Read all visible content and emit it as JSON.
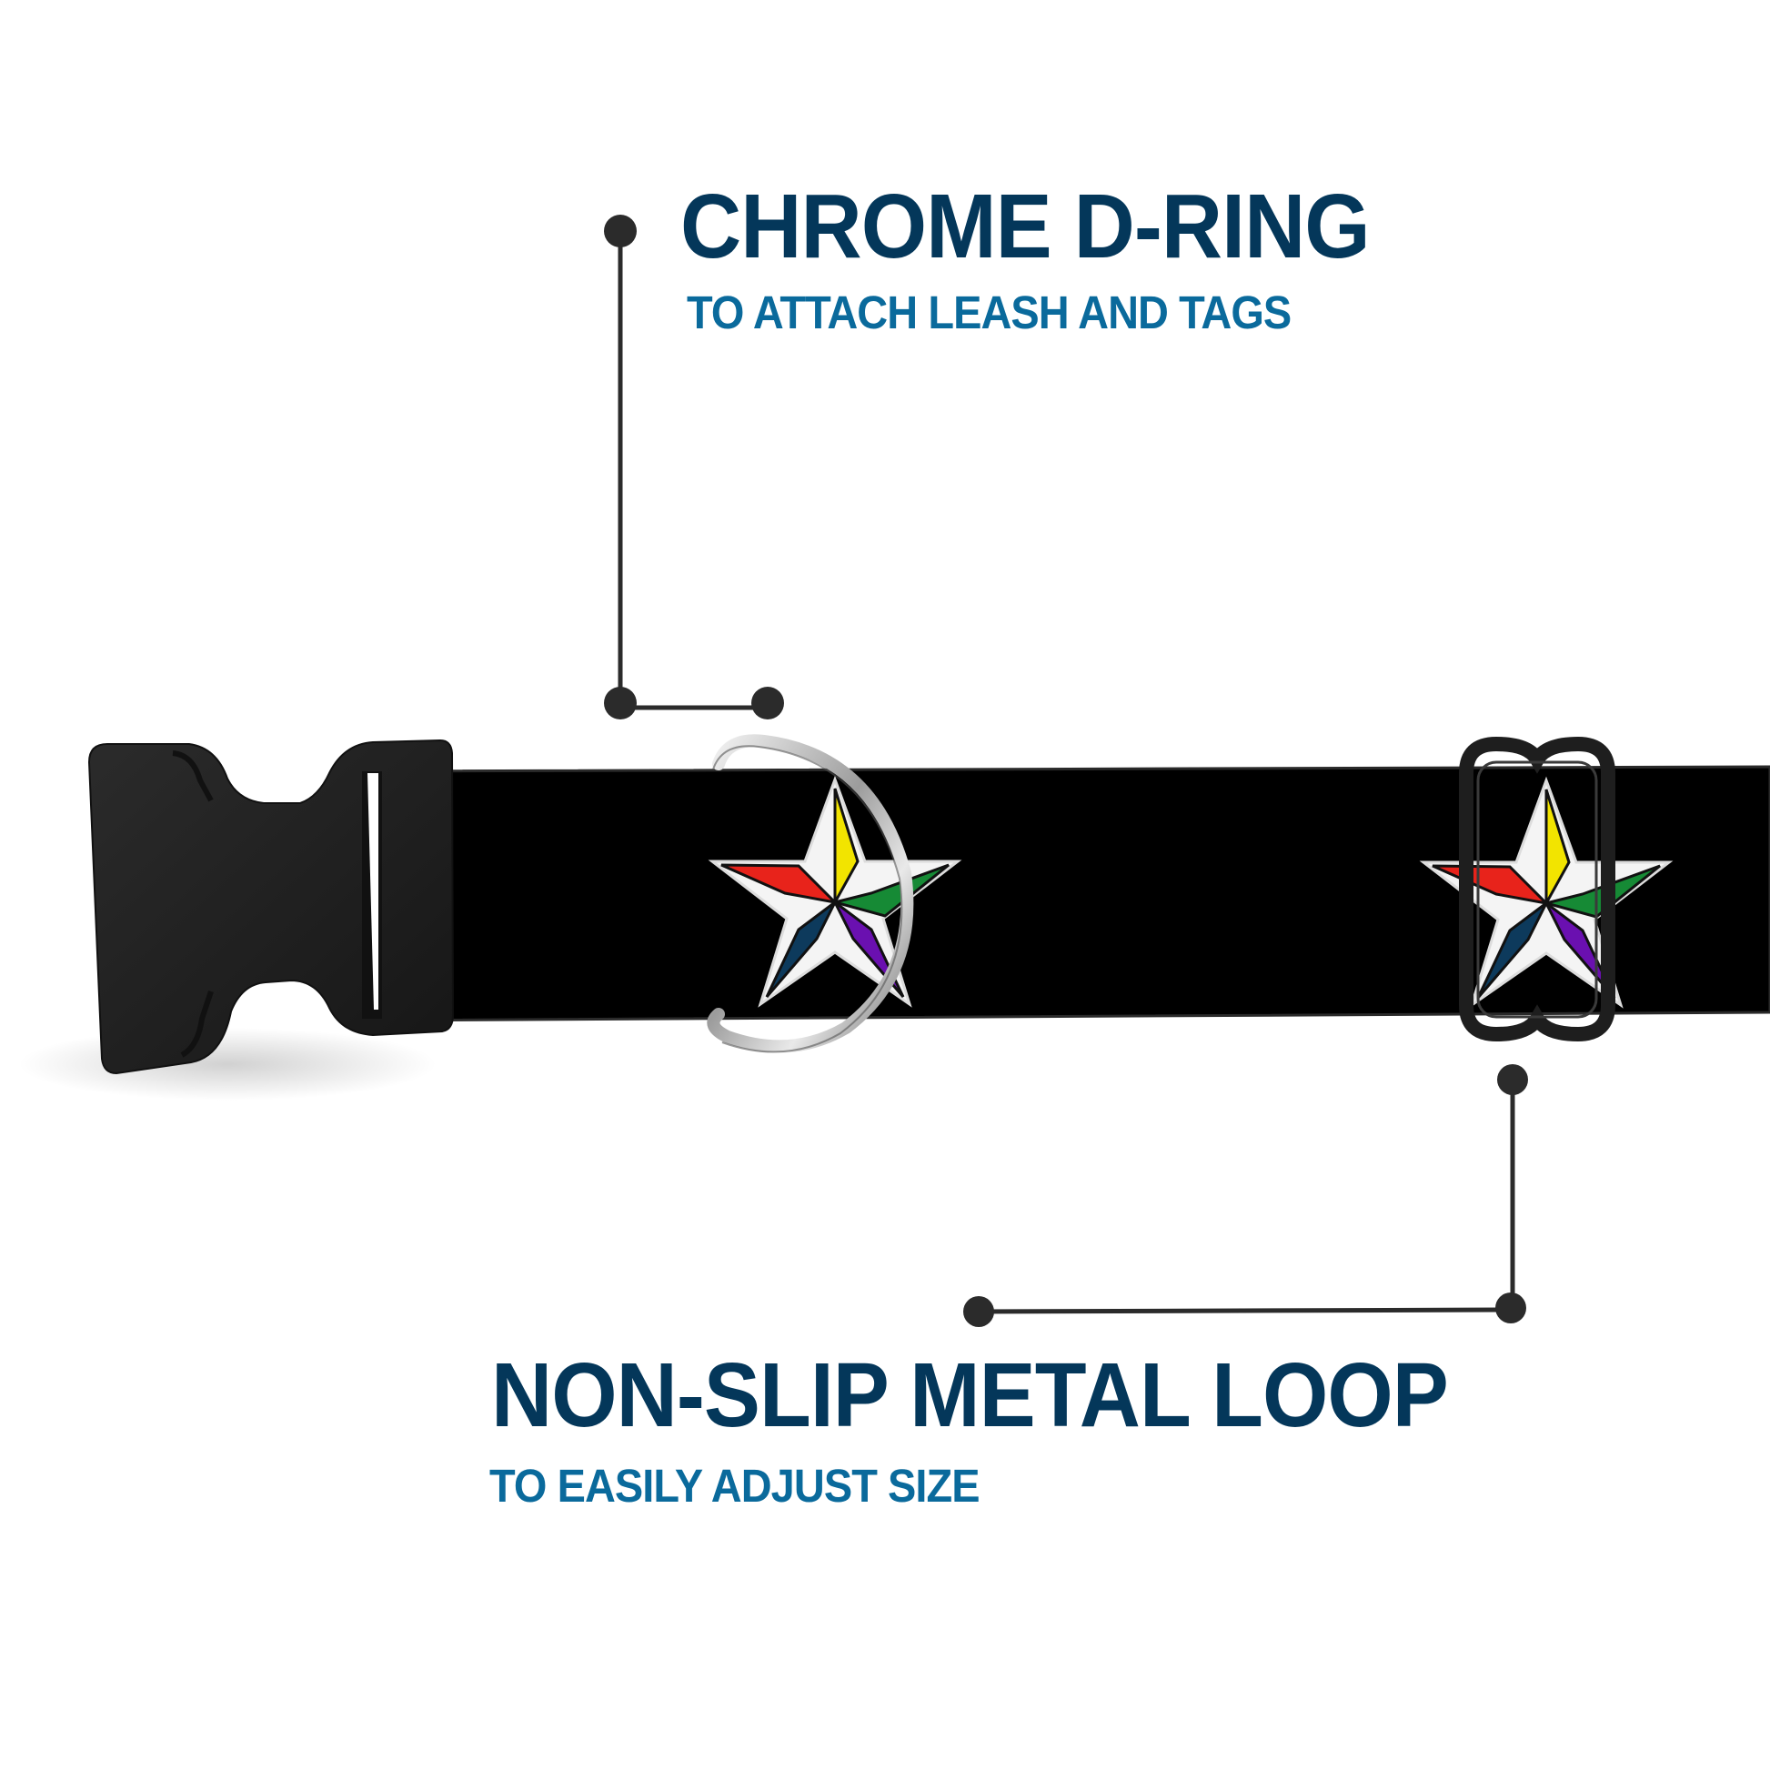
{
  "colors": {
    "background": "#ffffff",
    "heading": "#04375a",
    "subheading": "#0a6a9c",
    "callout_line": "#2b2b2b",
    "strap": "#000000",
    "buckle": "#222222",
    "d_ring": "#c8c8c8",
    "slide_loop": "#1e1e1e"
  },
  "callouts": [
    {
      "id": "d-ring",
      "title": "CHROME D-RING",
      "subtitle": "TO ATTACH LEASH AND TAGS"
    },
    {
      "id": "metal-loop",
      "title": "NON-SLIP METAL LOOP",
      "subtitle": "TO EASILY ADJUST SIZE"
    }
  ],
  "product": {
    "parts": [
      "side-release-buckle",
      "black-strap",
      "chrome-d-ring",
      "slide-loop"
    ],
    "pattern": "rainbow-nautical-star",
    "star_segment_colors": [
      "#e8231b",
      "#f2e400",
      "#168a35",
      "#6a10b0",
      "#0d3a5c"
    ]
  }
}
